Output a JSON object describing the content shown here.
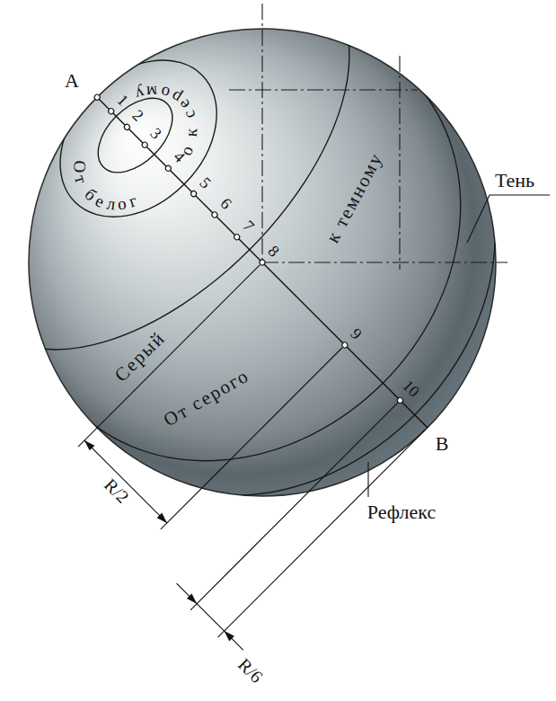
{
  "diagram": {
    "labels": [
      "A",
      "1",
      "2",
      "3",
      "4",
      "5",
      "6",
      "7",
      "8",
      "9",
      "10",
      "B",
      "От белого к серому",
      "Серый",
      "От серого",
      "к темному",
      "Тень",
      "Рефлекс",
      "R/2",
      "R/6"
    ]
  }
}
